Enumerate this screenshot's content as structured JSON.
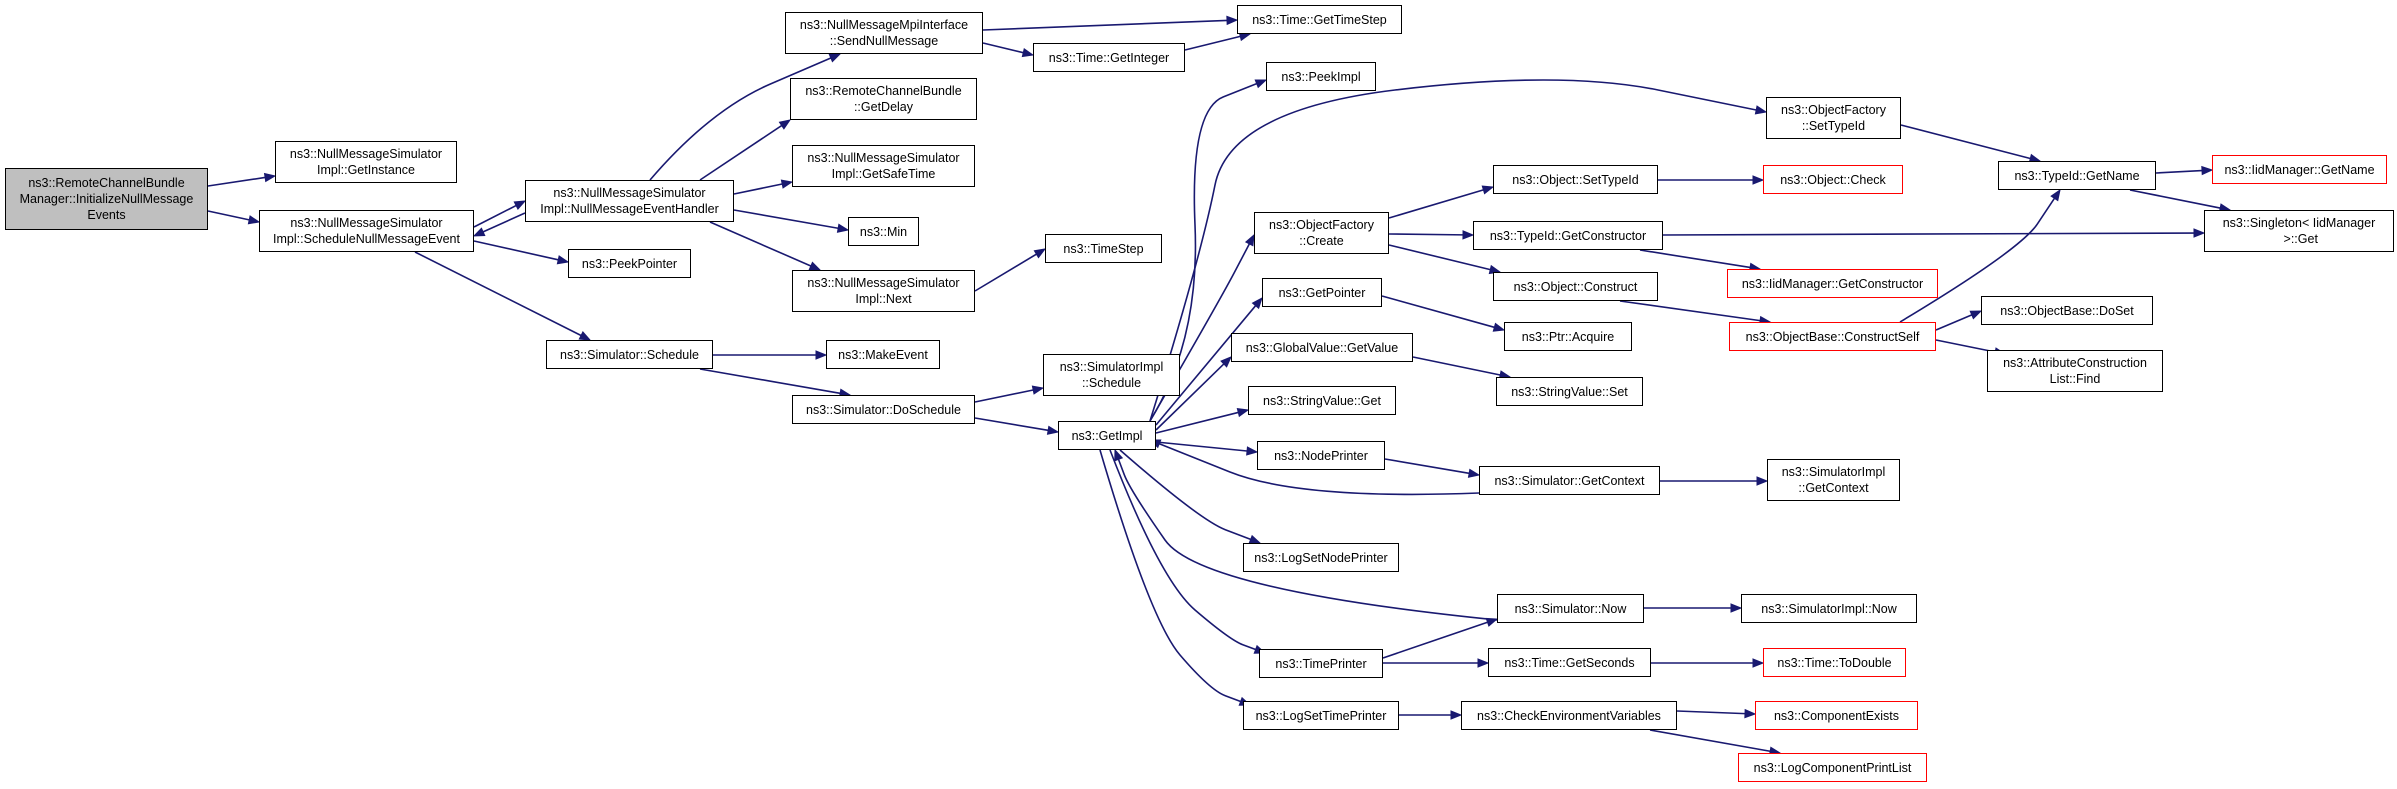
{
  "colors": {
    "edge": "#191970",
    "node_border": "#000000",
    "truncated_border": "#ff0000",
    "root_fill": "#bfbfbf",
    "background": "#ffffff"
  },
  "nodes": {
    "n0": {
      "label": "ns3::RemoteChannelBundle\nManager::InitializeNullMessage\nEvents",
      "style": "root"
    },
    "n1": {
      "label": "ns3::NullMessageSimulator\nImpl::GetInstance",
      "style": "normal"
    },
    "n2": {
      "label": "ns3::NullMessageSimulator\nImpl::ScheduleNullMessageEvent",
      "style": "normal"
    },
    "n3": {
      "label": "ns3::NullMessageSimulator\nImpl::NullMessageEventHandler",
      "style": "normal"
    },
    "n4": {
      "label": "ns3::PeekPointer",
      "style": "normal"
    },
    "n5": {
      "label": "ns3::Simulator::Schedule",
      "style": "normal"
    },
    "n6": {
      "label": "ns3::NullMessageMpiInterface\n::SendNullMessage",
      "style": "normal"
    },
    "n7": {
      "label": "ns3::RemoteChannelBundle\n::GetDelay",
      "style": "normal"
    },
    "n8": {
      "label": "ns3::NullMessageSimulator\nImpl::GetSafeTime",
      "style": "normal"
    },
    "n9": {
      "label": "ns3::Min",
      "style": "normal"
    },
    "n10": {
      "label": "ns3::NullMessageSimulator\nImpl::Next",
      "style": "normal"
    },
    "n11": {
      "label": "ns3::MakeEvent",
      "style": "normal"
    },
    "n12": {
      "label": "ns3::Simulator::DoSchedule",
      "style": "normal"
    },
    "n13": {
      "label": "ns3::Time::GetTimeStep",
      "style": "normal"
    },
    "n14": {
      "label": "ns3::Time::GetInteger",
      "style": "normal"
    },
    "n15": {
      "label": "ns3::TimeStep",
      "style": "normal"
    },
    "n16": {
      "label": "ns3::SimulatorImpl\n::Schedule",
      "style": "normal"
    },
    "n17": {
      "label": "ns3::GetImpl",
      "style": "normal"
    },
    "n18": {
      "label": "ns3::PeekImpl",
      "style": "normal"
    },
    "n19": {
      "label": "ns3::ObjectFactory\n::Create",
      "style": "normal"
    },
    "n20": {
      "label": "ns3::GetPointer",
      "style": "normal"
    },
    "n21": {
      "label": "ns3::GlobalValue::GetValue",
      "style": "normal"
    },
    "n22": {
      "label": "ns3::StringValue::Get",
      "style": "normal"
    },
    "n23": {
      "label": "ns3::NodePrinter",
      "style": "normal"
    },
    "n24": {
      "label": "ns3::LogSetNodePrinter",
      "style": "normal"
    },
    "n25": {
      "label": "ns3::TimePrinter",
      "style": "normal"
    },
    "n26": {
      "label": "ns3::LogSetTimePrinter",
      "style": "normal"
    },
    "n27": {
      "label": "ns3::ObjectFactory\n::SetTypeId",
      "style": "normal"
    },
    "n28": {
      "label": "ns3::Object::SetTypeId",
      "style": "normal"
    },
    "n29": {
      "label": "ns3::TypeId::GetConstructor",
      "style": "normal"
    },
    "n30": {
      "label": "ns3::Object::Construct",
      "style": "normal"
    },
    "n31": {
      "label": "ns3::Ptr::Acquire",
      "style": "normal"
    },
    "n32": {
      "label": "ns3::StringValue::Set",
      "style": "normal"
    },
    "n33": {
      "label": "ns3::Simulator::GetContext",
      "style": "normal"
    },
    "n34": {
      "label": "ns3::Simulator::Now",
      "style": "normal"
    },
    "n35": {
      "label": "ns3::Time::GetSeconds",
      "style": "normal"
    },
    "n36": {
      "label": "ns3::CheckEnvironmentVariables",
      "style": "normal"
    },
    "n37": {
      "label": "ns3::Object::Check",
      "style": "truncated"
    },
    "n38": {
      "label": "ns3::IidManager::GetConstructor",
      "style": "truncated"
    },
    "n39": {
      "label": "ns3::ObjectBase::ConstructSelf",
      "style": "truncated"
    },
    "n40": {
      "label": "ns3::SimulatorImpl\n::GetContext",
      "style": "normal"
    },
    "n41": {
      "label": "ns3::SimulatorImpl::Now",
      "style": "normal"
    },
    "n42": {
      "label": "ns3::Time::ToDouble",
      "style": "truncated"
    },
    "n43": {
      "label": "ns3::ComponentExists",
      "style": "truncated"
    },
    "n44": {
      "label": "ns3::LogComponentPrintList",
      "style": "truncated"
    },
    "n45": {
      "label": "ns3::TypeId::GetName",
      "style": "normal"
    },
    "n46": {
      "label": "ns3::ObjectBase::DoSet",
      "style": "normal"
    },
    "n47": {
      "label": "ns3::AttributeConstruction\nList::Find",
      "style": "normal"
    },
    "n48": {
      "label": "ns3::IidManager::GetName",
      "style": "truncated"
    },
    "n49": {
      "label": "ns3::Singleton< IidManager\n >::Get",
      "style": "normal"
    }
  }
}
